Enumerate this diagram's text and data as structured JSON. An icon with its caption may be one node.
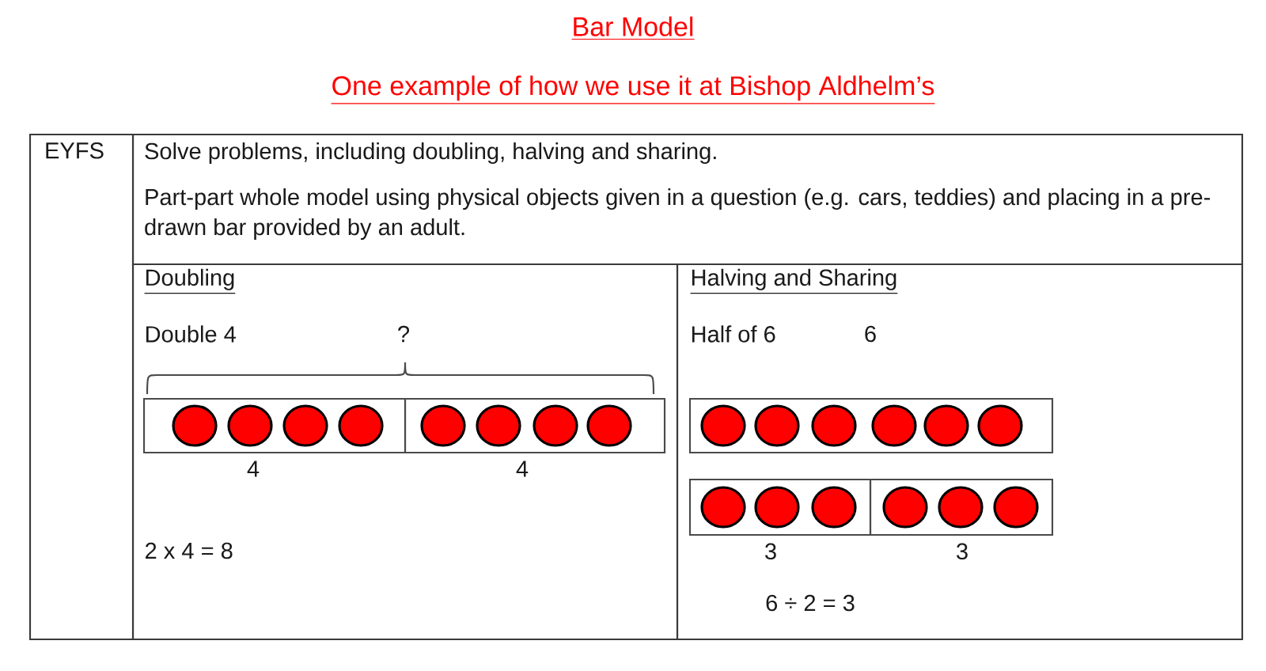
{
  "diagram": {
    "title": "Bar Model",
    "nodes": [
      {
        "text": [
          "EYFS"
        ]
      },
      {
        "text": [
          "Solve problems, including doubling, halving and sharing.",
          "Part-part whole model using physical objects given in a question (e.g. cars, teddies) and placing in a pre-drawn bar provided by an adult."
        ]
      },
      {
        "text": [
          "Doubling",
          "Double 4",
          "?",
          "2 x 4 = 8"
        ]
      },
      {
        "text": [],
        "shape": "box",
        "in": 2,
        "beside": [
          "4"
        ]
      },
      {
        "text": [],
        "shape": "circle",
        "in": 3
      },
      {
        "text": [],
        "shape": "circle",
        "in": 3
      },
      {
        "text": [],
        "shape": "circle",
        "in": 3
      },
      {
        "text": [],
        "shape": "circle",
        "in": 3
      },
      {
        "text": [],
        "shape": "box",
        "in": 2,
        "beside": [
          "4"
        ]
      },
      {
        "text": [],
        "shape": "circle",
        "in": 8
      },
      {
        "text": [],
        "shape": "circle",
        "in": 8
      },
      {
        "text": [],
        "shape": "circle",
        "in": 8
      },
      {
        "text": [],
        "shape": "circle",
        "in": 8
      },
      {
        "text": [
          "Halving and Sharing",
          "Half of 6",
          "6",
          "6 ÷ 2 = 3"
        ]
      },
      {
        "text": [],
        "shape": "box",
        "in": 13
      },
      {
        "text": [],
        "shape": "circle",
        "in": 14
      },
      {
        "text": [],
        "shape": "circle",
        "in": 14
      },
      {
        "text": [],
        "shape": "circle",
        "in": 14
      },
      {
        "text": [],
        "shape": "circle",
        "in": 14
      },
      {
        "text": [],
        "shape": "circle",
        "in": 14
      },
      {
        "text": [],
        "shape": "circle",
        "in": 14
      },
      {
        "text": [],
        "shape": "box",
        "in": 13,
        "beside": [
          "3"
        ]
      },
      {
        "text": [],
        "shape": "circle",
        "in": 21
      },
      {
        "text": [],
        "shape": "circle",
        "in": 21
      },
      {
        "text": [],
        "shape": "circle",
        "in": 21
      },
      {
        "text": [],
        "shape": "box",
        "in": 13,
        "beside": [
          "3"
        ]
      },
      {
        "text": [],
        "shape": "circle",
        "in": 25
      },
      {
        "text": [],
        "shape": "circle",
        "in": 25
      },
      {
        "text": [],
        "shape": "circle",
        "in": 25
      }
    ],
    "labels": [
      "One example of how we use it at Bishop Aldhelm’s"
    ]
  }
}
